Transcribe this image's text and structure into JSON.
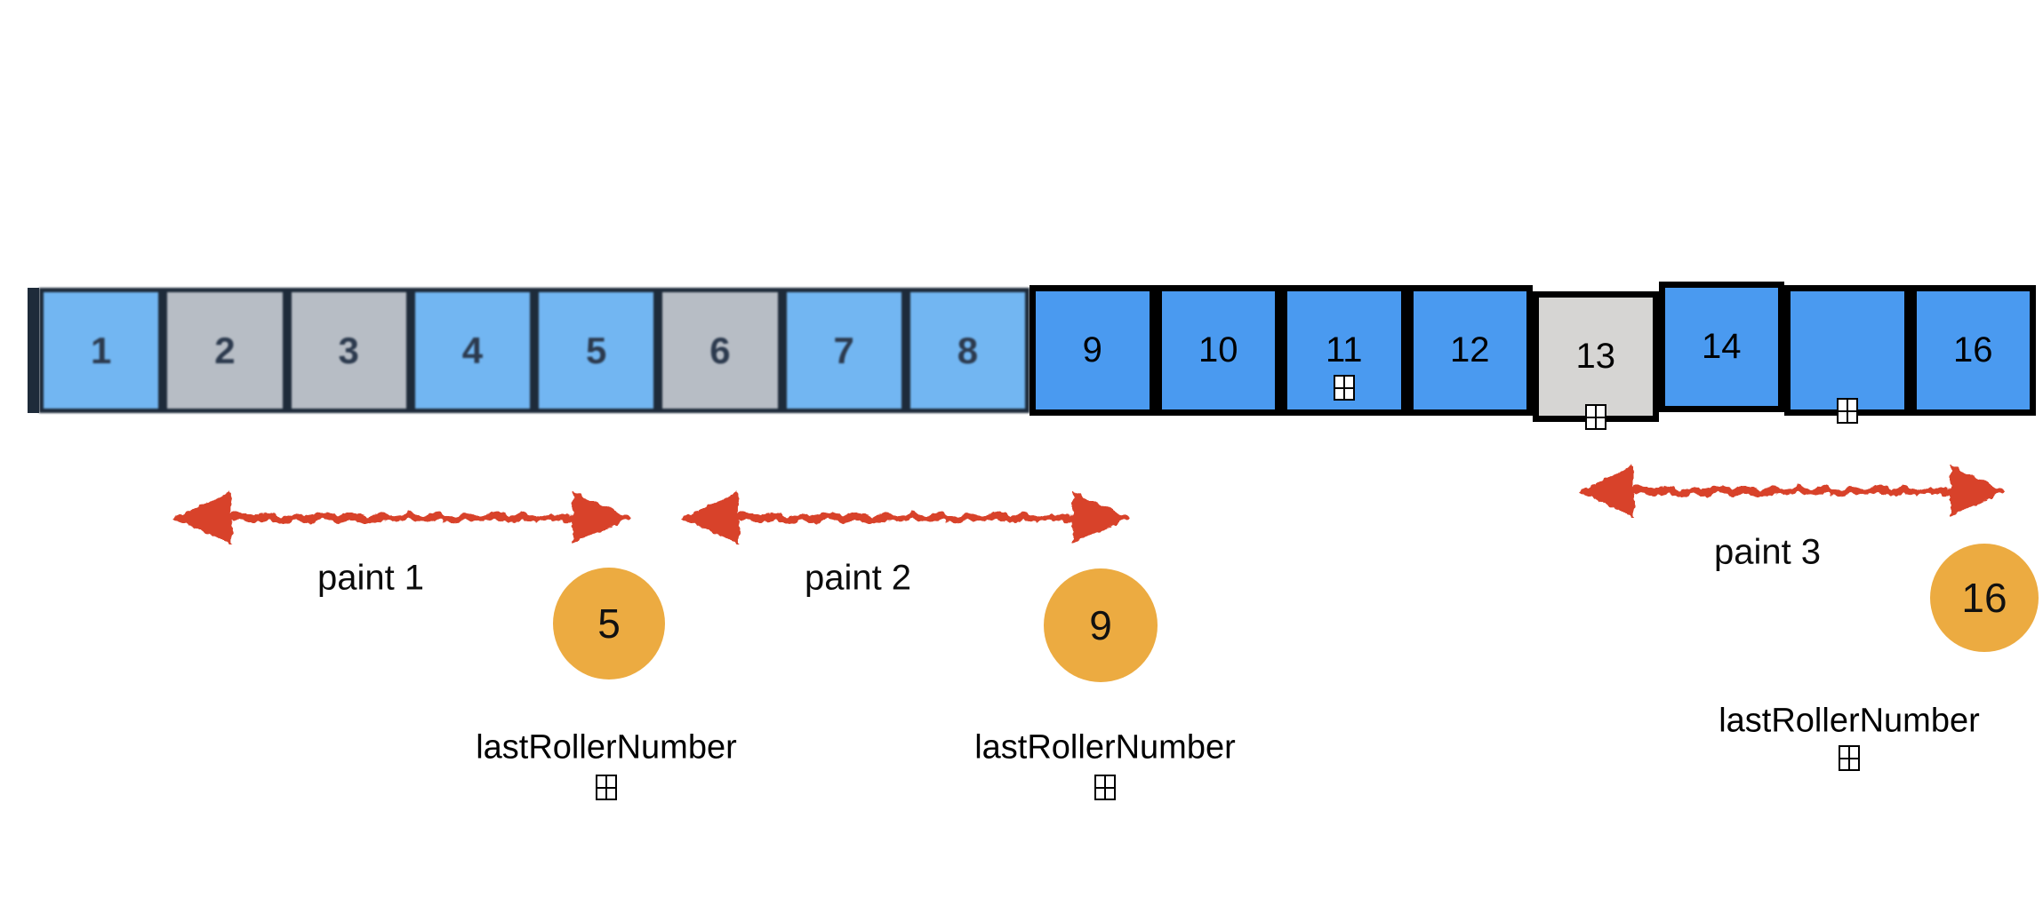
{
  "colors": {
    "light_blue": "#72b6f2",
    "blue": "#4a9af0",
    "gray": "#b7bdc5",
    "light_gray": "#d6d5d3",
    "navy": "#1e2b3a",
    "black": "#000000",
    "red": "#d8422c",
    "orange": "#ecab41",
    "number_dark": "#2c3a4e"
  },
  "strip": {
    "cells": [
      {
        "label": "1",
        "variant": "light-blue"
      },
      {
        "label": "2",
        "variant": "gray"
      },
      {
        "label": "3",
        "variant": "gray"
      },
      {
        "label": "4",
        "variant": "light-blue"
      },
      {
        "label": "5",
        "variant": "light-blue"
      },
      {
        "label": "6",
        "variant": "gray"
      },
      {
        "label": "7",
        "variant": "light-blue"
      },
      {
        "label": "8",
        "variant": "light-blue"
      },
      {
        "label": "9",
        "variant": "blue"
      },
      {
        "label": "10",
        "variant": "blue"
      },
      {
        "label": "11",
        "variant": "blue",
        "anchor": "inside"
      },
      {
        "label": "12",
        "variant": "blue"
      },
      {
        "label": "13",
        "variant": "light-gray",
        "anchor": "bottom-border"
      },
      {
        "label": "14",
        "variant": "blue"
      },
      {
        "label": "",
        "variant": "blue",
        "anchor": "bottom-border"
      },
      {
        "label": "16",
        "variant": "blue"
      }
    ]
  },
  "annotations": {
    "paints": [
      {
        "label": "paint 1"
      },
      {
        "label": "paint 2"
      },
      {
        "label": "paint 3"
      }
    ],
    "markers": [
      {
        "value": "5"
      },
      {
        "value": "9"
      },
      {
        "value": "16"
      }
    ],
    "captions": [
      {
        "text": "lastRollerNumber"
      },
      {
        "text": "lastRollerNumber"
      },
      {
        "text": "lastRollerNumber"
      }
    ],
    "icons": {
      "anchor_glyph": "plus-box"
    }
  }
}
